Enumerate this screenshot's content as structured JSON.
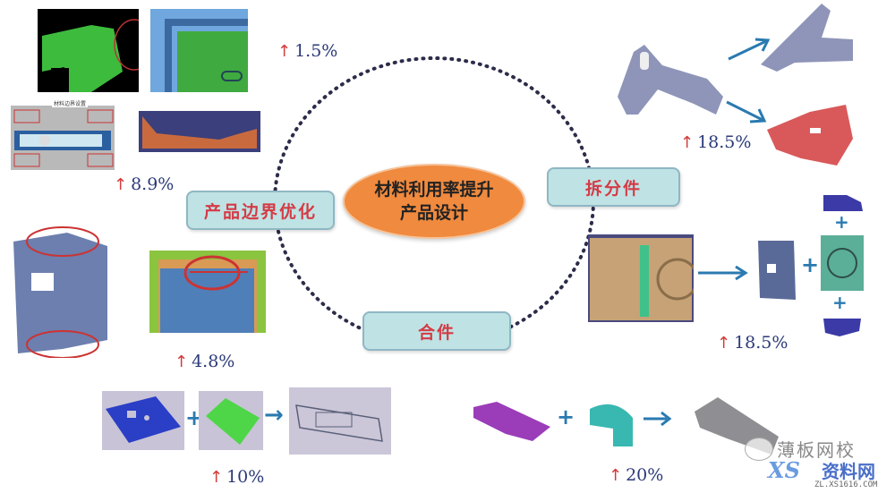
{
  "center": {
    "line1": "材料利用率提升",
    "line2": "产品设计"
  },
  "categories": {
    "boundary": "产品边界优化",
    "split": "拆分件",
    "merge": "合件"
  },
  "improvements": {
    "boundary_top": "1.5%",
    "boundary_mid": "8.9%",
    "boundary_low": "4.8%",
    "split_top": "18.5%",
    "split_mid": "18.5%",
    "merge_left": "10%",
    "merge_right": "20%"
  },
  "symbols": {
    "up_arrow": "↑",
    "plus": "+",
    "right_arrow": "→"
  },
  "watermark": {
    "wechat_name": "薄板网校",
    "site_name": "资料网",
    "site_url": "ZL.XS1616.COM",
    "logo_text": "XS"
  },
  "figure_note": "材料边界设置",
  "colors": {
    "label_bg": "#bfe3e4",
    "label_text": "#d43b46",
    "center_bg": "#f08a3e",
    "pct_text": "#2b3a78",
    "arrow_red": "#d23a3a",
    "arrow_blue": "#2a7ab0"
  }
}
